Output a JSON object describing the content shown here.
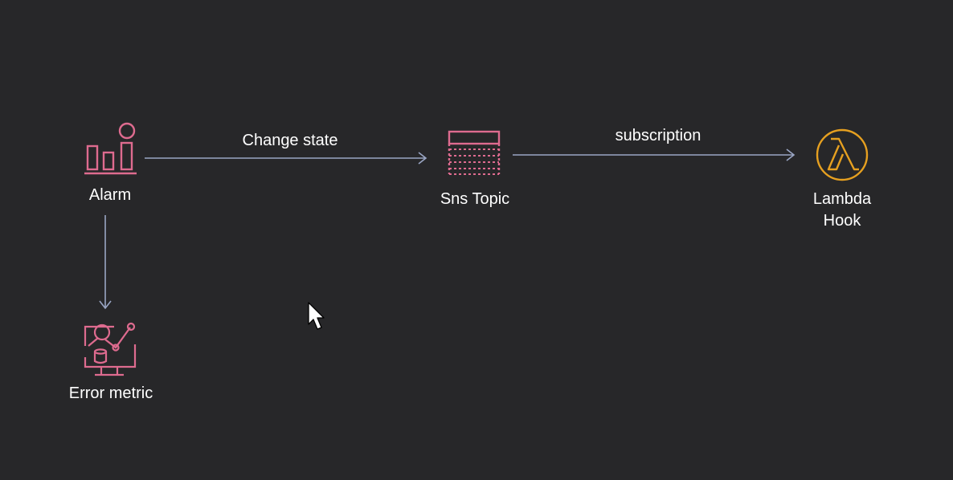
{
  "nodes": {
    "alarm": {
      "label": "Alarm",
      "icon": "alarm-chart-icon",
      "color": "#de6b8f"
    },
    "error_metric": {
      "label": "Error metric",
      "icon": "metric-monitor-icon",
      "color": "#de6b8f"
    },
    "sns_topic": {
      "label": "Sns Topic",
      "icon": "sns-topic-icon",
      "color": "#de6b8f"
    },
    "lambda_hook": {
      "label_line1": "Lambda",
      "label_line2": "Hook",
      "icon": "lambda-icon",
      "color": "#e6a020"
    }
  },
  "edges": {
    "change_state": {
      "label": "Change state",
      "from": "Alarm",
      "to": "Sns Topic"
    },
    "subscription": {
      "label": "subscription",
      "from": "Sns Topic",
      "to": "Lambda Hook"
    },
    "alarm_to_metric": {
      "label": "",
      "from": "Alarm",
      "to": "Error metric"
    }
  },
  "colors": {
    "background": "#272729",
    "arrow": "#9aa6c4",
    "text": "#ffffff"
  },
  "cursor": {
    "icon": "mouse-pointer-icon"
  }
}
